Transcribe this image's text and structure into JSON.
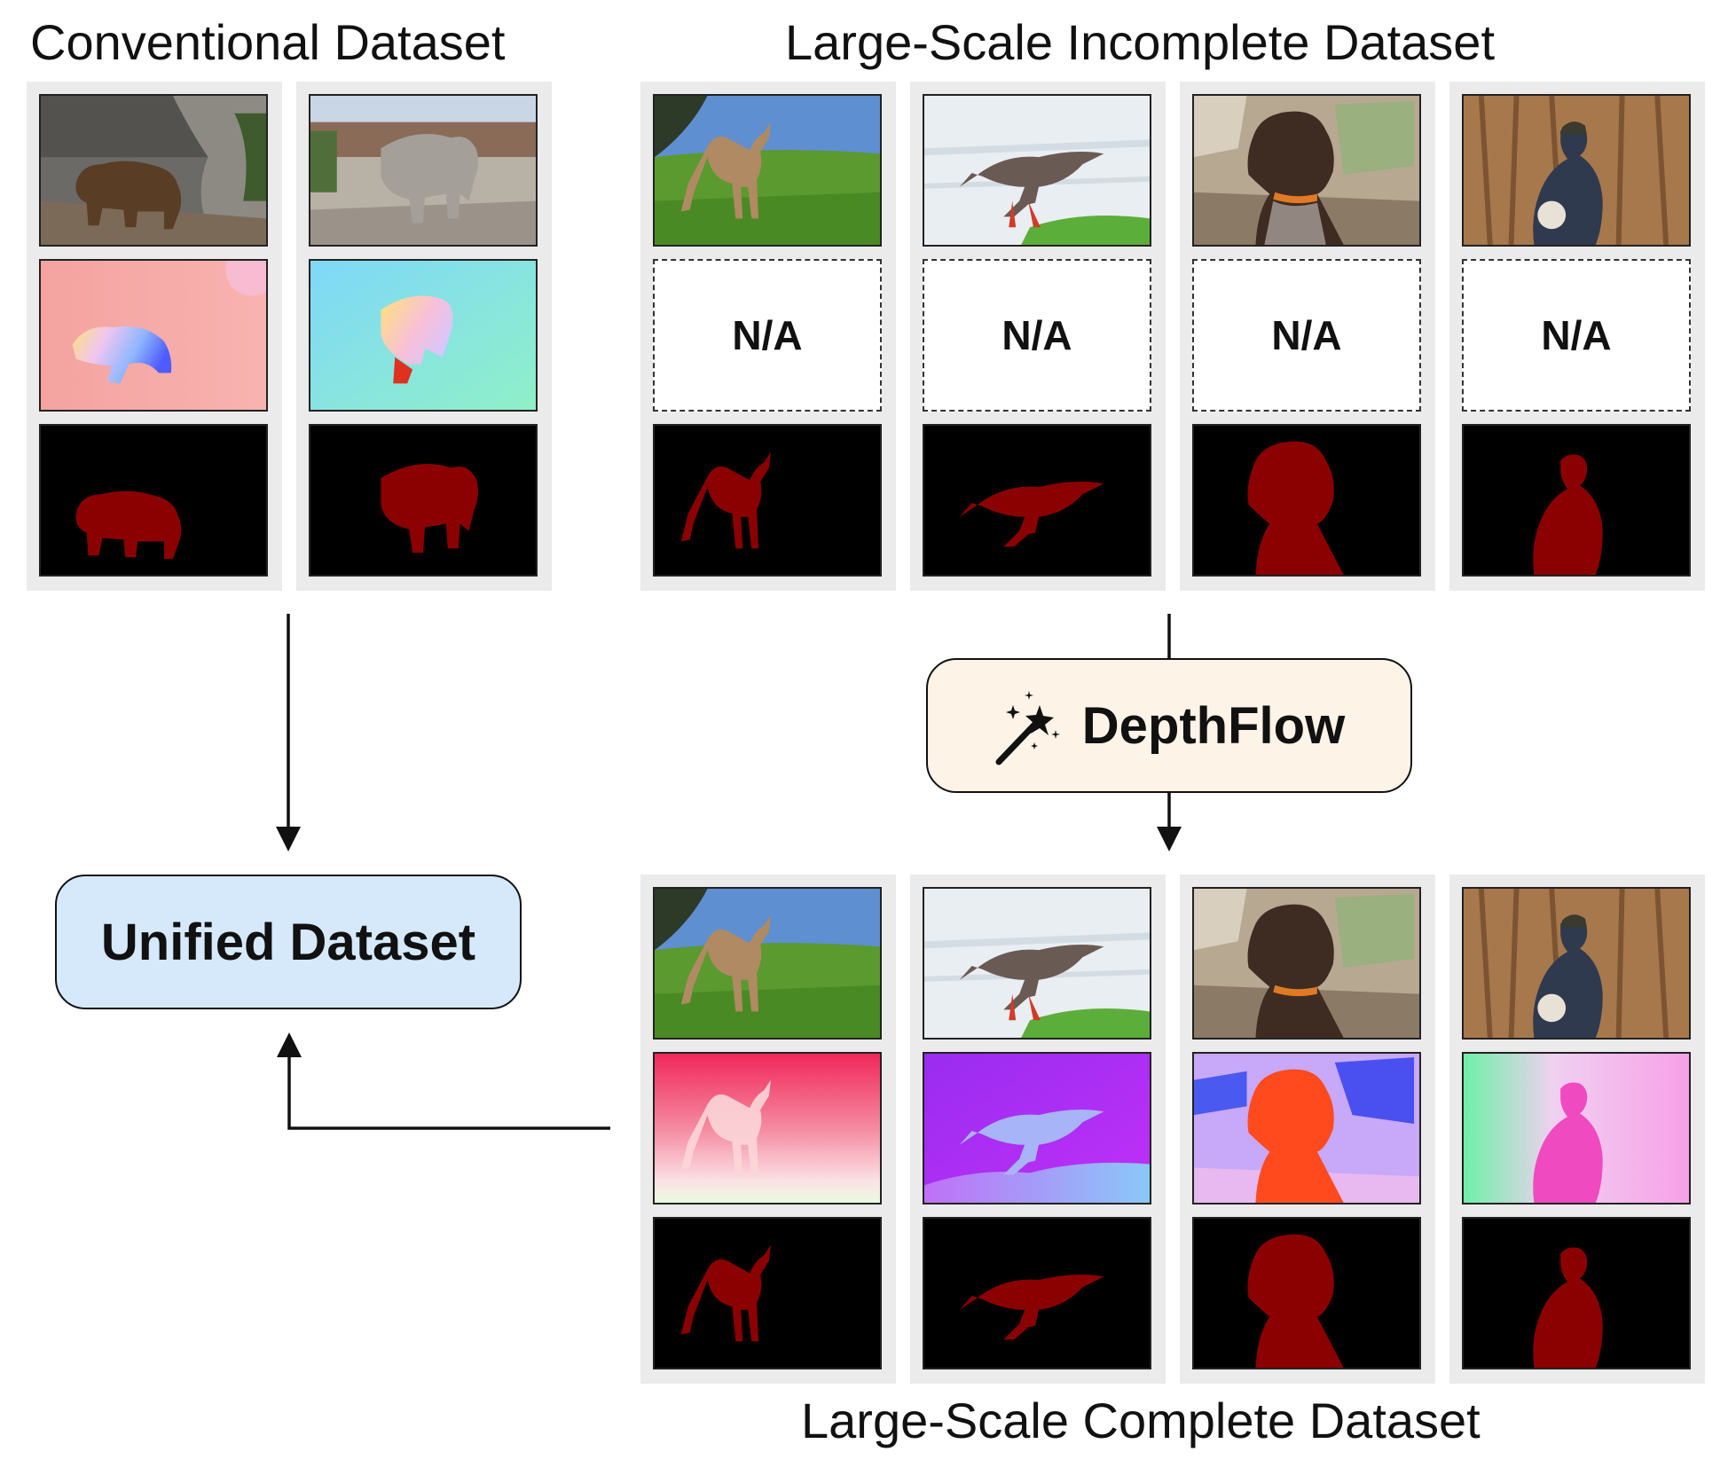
{
  "titles": {
    "conventional": "Conventional Dataset",
    "incomplete": "Large-Scale Incomplete Dataset",
    "complete": "Large-Scale Complete Dataset"
  },
  "boxes": {
    "depthflow": "DepthFlow",
    "unified": "Unified Dataset"
  },
  "missing_label": "N/A",
  "colors": {
    "column_bg": "#ebebeb",
    "mask_fg": "#8b0000",
    "mask_bg": "#000000",
    "depthflow_box": "#fdf3e7",
    "unified_box": "#d6e9fb"
  }
}
